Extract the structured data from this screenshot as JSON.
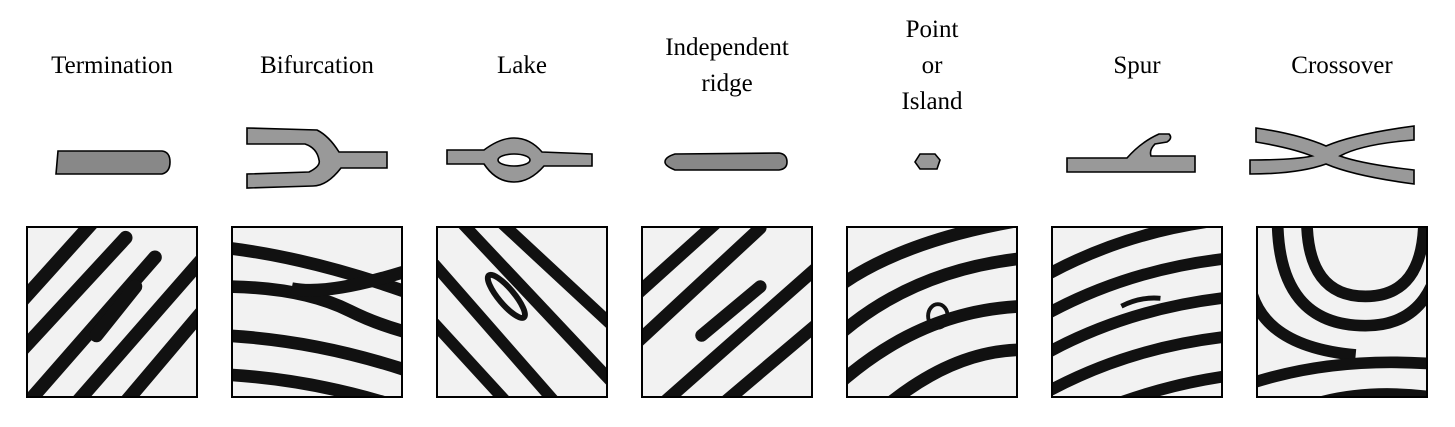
{
  "minutiae": [
    {
      "id": "termination",
      "label_lines": [
        "Termination"
      ],
      "fill": "#888888"
    },
    {
      "id": "bifurcation",
      "label_lines": [
        "Bifurcation"
      ],
      "fill": "#a0a0a0"
    },
    {
      "id": "lake",
      "label_lines": [
        "Lake"
      ],
      "fill": "#a0a0a0"
    },
    {
      "id": "independent-ridge",
      "label_lines": [
        "Independent",
        "ridge"
      ],
      "fill": "#888888"
    },
    {
      "id": "point-or-island",
      "label_lines": [
        "Point",
        "or",
        "Island"
      ],
      "fill": "#a0a0a0"
    },
    {
      "id": "spur",
      "label_lines": [
        "Spur"
      ],
      "fill": "#a0a0a0"
    },
    {
      "id": "crossover",
      "label_lines": [
        "Crossover"
      ],
      "fill": "#a0a0a0"
    }
  ]
}
